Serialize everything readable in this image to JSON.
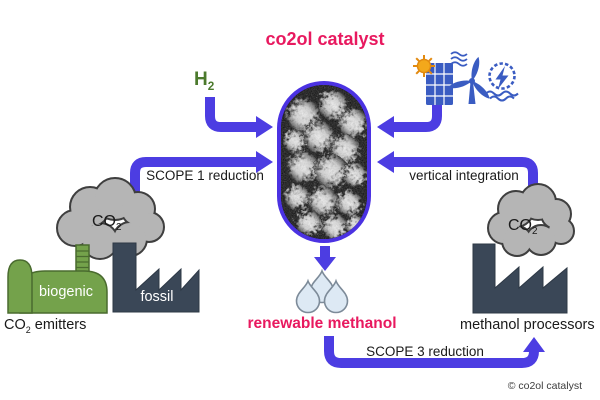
{
  "title": "co2ol catalyst",
  "hydrogen": {
    "symbol": "H",
    "subscript": "2"
  },
  "co2": {
    "symbol": "CO",
    "subscript": "2"
  },
  "arrows": {
    "scope1_label": "SCOPE 1 reduction",
    "vertical_integration_label": "vertical integration",
    "scope3_label": "SCOPE 3 reduction"
  },
  "left_group": {
    "biogenic_label": "biogenic",
    "fossil_label": "fossil",
    "caption_symbol": "CO",
    "caption_sub": "2",
    "caption_rest": " emitters"
  },
  "right_group": {
    "caption": "methanol processors"
  },
  "center": {
    "methanol_label": "renewable methanol"
  },
  "footer": {
    "copyright": "© co2ol catalyst"
  },
  "icons": {
    "energy_sources": [
      "solar-panel-icon",
      "wind-turbine-icon",
      "hydro-power-icon"
    ],
    "output": "water-droplets-icon",
    "emission": "co2-cloud-icon",
    "reactor": "catalyst-capsule"
  },
  "colors": {
    "arrow_blue": "#4c3de2",
    "capsule_border": "#4b32e2",
    "brand_pink": "#e8195f",
    "hydrogen_green": "#4c7a2d",
    "icon_blue": "#3a5cc2",
    "sun_yellow": "#f3a81b",
    "cloud_gray": "#b5b5b5",
    "factory_navy": "#3a4757",
    "biogenic_green": "#74a24b",
    "droplet_blue": "#dde9f4"
  }
}
